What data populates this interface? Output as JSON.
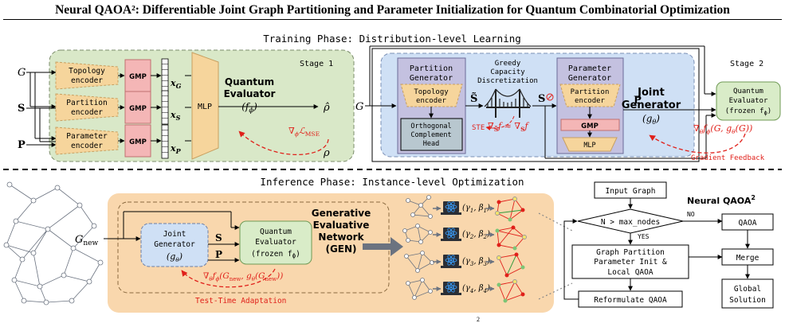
{
  "title": "Neural QAOA²: Differentiable Joint Graph Partitioning and Parameter Initialization for Quantum Combinatorial Optimization",
  "training": {
    "header": "Training Phase: Distribution-level Learning",
    "stage1": {
      "label": "Stage 1",
      "inputs": [
        "G",
        "S",
        "P"
      ],
      "encoders": [
        "Topology",
        "encoder",
        "Partition",
        "encoder",
        "Parameter",
        "encoder"
      ],
      "gmp": "GMP",
      "embeddings": [
        "x",
        "G",
        "x",
        "S",
        "x",
        "P"
      ],
      "mlp": "MLP",
      "evaluator": [
        "Quantum",
        "Evaluator",
        "(f",
        "ϕ",
        ")"
      ],
      "output": "ρ̂",
      "target": "ρ",
      "loss": [
        "∇",
        "ϕ",
        "ℒ",
        "MSE"
      ]
    },
    "stage2": {
      "label": "Stage 2",
      "input": "G",
      "partition_generator": [
        "Partition",
        "Generator"
      ],
      "topology_encoder": [
        "Topology",
        "encoder"
      ],
      "orthogonal_head": [
        "Orthogonal",
        "Complement",
        "Head"
      ],
      "greedy": [
        "Greedy",
        "Capacity",
        "Discretization"
      ],
      "s_tilde": "S̃",
      "s": "S",
      "p": "P",
      "ste": "STE",
      "grad_approx": [
        "∇",
        "S̃",
        "f ≈ ∇",
        "S",
        "f"
      ],
      "parameter_generator": [
        "Parameter",
        "Generator"
      ],
      "partition_encoder": [
        "Partition",
        "encoder"
      ],
      "gmp": "GMP",
      "mlp": "MLP",
      "joint_generator": [
        "Joint",
        "Generator",
        "(g",
        "θ",
        ")"
      ],
      "frozen_evaluator": [
        "Quantum",
        "Evaluator",
        "(frozen f",
        "ϕ",
        ")"
      ],
      "grad_label": [
        "∇",
        "θ",
        "f",
        "ϕ",
        "(G, g",
        "θ",
        "(G))"
      ],
      "feedback": "Gradient Feedback"
    }
  },
  "inference": {
    "header": "Inference Phase: Instance-level Optimization",
    "g_new": [
      "G",
      "new"
    ],
    "gen_label": [
      "Generative",
      "Evaluative",
      "Network",
      "(GEN)"
    ],
    "joint_generator": [
      "Joint",
      "Generator",
      "(g",
      "θ",
      ")"
    ],
    "s": "S",
    "p": "P",
    "frozen_evaluator": [
      "Quantum",
      "Evaluator",
      "(frozen f",
      "ϕ",
      ")"
    ],
    "grad_label": [
      "∇",
      "θ",
      "f",
      "ϕ",
      "(G",
      "new",
      ", g",
      "θ",
      "(G",
      "new",
      "))"
    ],
    "tta": "Test-Time Adaptation",
    "params": [
      {
        "g": "1",
        "b": "1"
      },
      {
        "g": "2",
        "b": "2"
      },
      {
        "g": "3",
        "b": "3"
      },
      {
        "g": "4",
        "b": "4"
      }
    ],
    "param_symbols": [
      "γ",
      "β"
    ]
  },
  "flowchart": {
    "title": [
      "Neural QAOA",
      "2"
    ],
    "input_graph": "Input Graph",
    "condition": "N > max_nodes",
    "yes": "YES",
    "no": "NO",
    "local_box": [
      "Graph Partition",
      "Parameter Init &",
      "Local QAOA"
    ],
    "reformulate": "Reformulate QAOA",
    "qaoa": "QAOA",
    "merge": "Merge",
    "global": [
      "Global",
      "Solution"
    ]
  },
  "page_number": "2"
}
